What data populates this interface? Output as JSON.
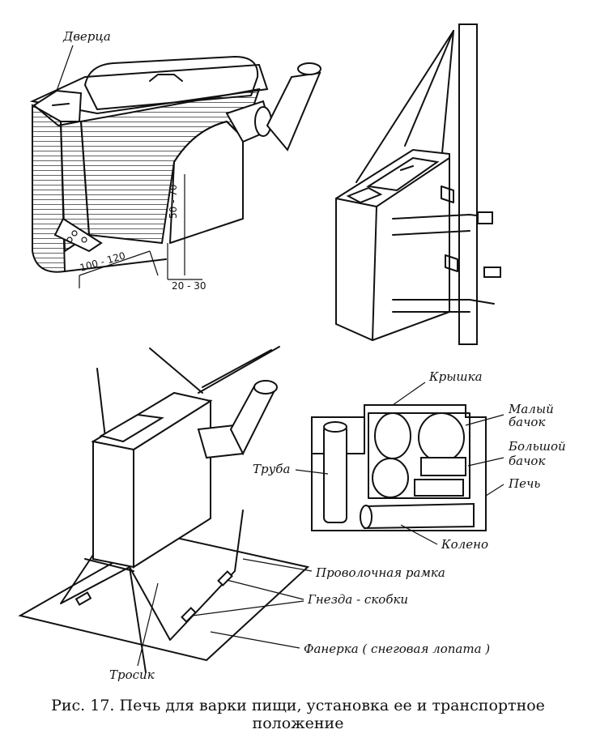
{
  "labels": {
    "door": "Дверца",
    "lid": "Крышка",
    "small_tank_1": "Малый",
    "small_tank_2": "бачок",
    "big_tank_1": "Большой",
    "big_tank_2": "бачок",
    "stove": "Печь",
    "pipe": "Труба",
    "elbow": "Колено",
    "wire_frame": "Проволочная рамка",
    "brackets": "Гнезда - скобки",
    "plywood": "Фанерка ( снеговая лопата )",
    "cable": "Тросик"
  },
  "dimensions": {
    "width": "100 - 120",
    "height": "50 - 70",
    "gap": "20 - 30"
  },
  "caption": {
    "line1": "Рис. 17. Печь для варки пищи, установка ее и транспортное",
    "line2": "положение"
  }
}
